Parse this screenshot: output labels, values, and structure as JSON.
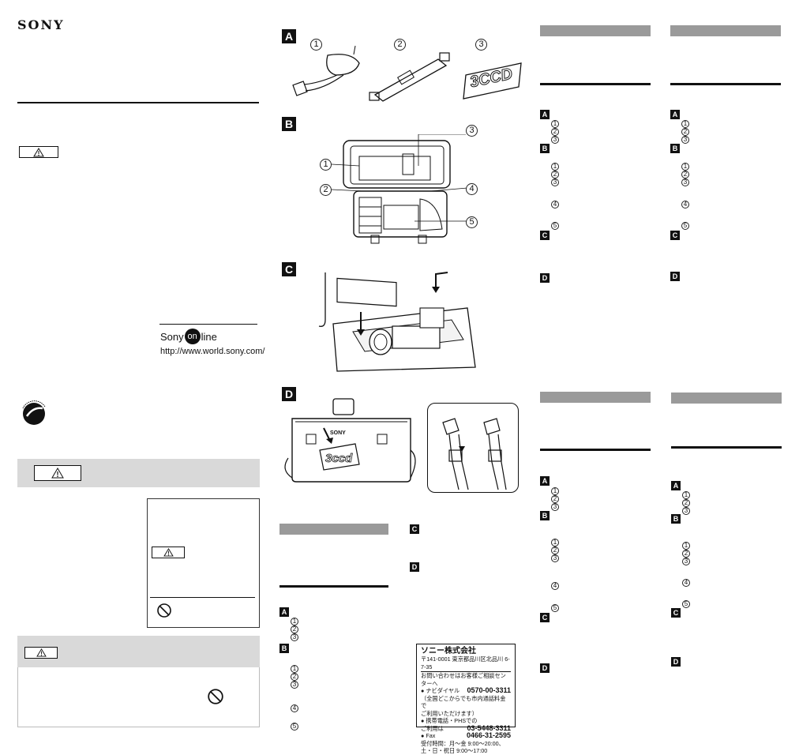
{
  "brand": "SONY",
  "sony_online": {
    "word1": "Sony",
    "word2": "on",
    "word3": "line",
    "url": "http://www.world.sony.com/"
  },
  "figures": {
    "A": {
      "label": "A",
      "callouts": [
        "1",
        "2",
        "3"
      ],
      "badge_text": "3CCD"
    },
    "B": {
      "label": "B",
      "callouts": [
        "1",
        "2",
        "3",
        "4",
        "5"
      ]
    },
    "C": {
      "label": "C"
    },
    "D": {
      "label": "D",
      "case_logo": "SONY",
      "badge_text": "3ccd"
    }
  },
  "panel_items": {
    "a_nums": [
      "1",
      "2",
      "3"
    ],
    "b_nums": [
      "1",
      "2",
      "3",
      "4",
      "5"
    ],
    "letters": [
      "A",
      "B",
      "C",
      "D"
    ]
  },
  "jp_card": {
    "company": "ソニー株式会社",
    "address": "〒141-0001 東京都品川区北品川 6-7-35",
    "header": "お問い合わせはお客様ご相談センターへ",
    "navi_label": "● ナビダイヤル",
    "navi_number": "0570-00-3311",
    "navi_note1": "（全国どこからでも市内通話料金で",
    "navi_note2": "ご利用いただけます）",
    "mobile_label": "● 携帯電話・PHSでの",
    "mobile_label2": "ご利用は",
    "mobile_number": "03-5448-3311",
    "fax_label": "● Fax",
    "fax_number": "0466-31-2595",
    "hours1": "受付時間：月〜金 9:00〜20:00、",
    "hours2": "土・日・祝日 9:00〜17:00"
  }
}
